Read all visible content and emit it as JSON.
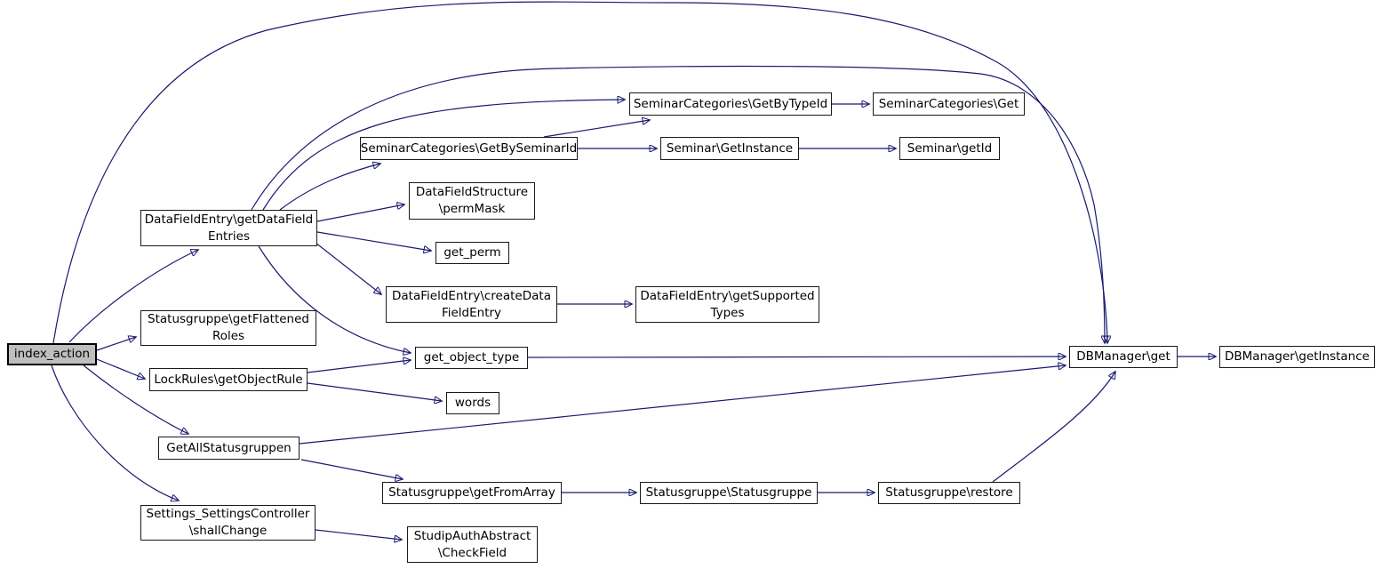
{
  "diagram": {
    "kind": "doxygen-call-graph",
    "root_function": "index_action",
    "colors": {
      "edge": "#191970",
      "node_fill": "#ffffff",
      "node_border": "#1a1a1a",
      "root_fill": "#bebebe",
      "background": "#ffffff"
    }
  },
  "nodes": [
    {
      "id": "index_action",
      "label": "index_action",
      "highlighted": true
    },
    {
      "id": "DataFieldEntry\\getDataFieldEntries",
      "label": "DataFieldEntry\\getDataField\nEntries"
    },
    {
      "id": "Statusgruppe\\getFlattenedRoles",
      "label": "Statusgruppe\\getFlattened\nRoles"
    },
    {
      "id": "LockRules\\getObjectRule",
      "label": "LockRules\\getObjectRule"
    },
    {
      "id": "GetAllStatusgruppen",
      "label": "GetAllStatusgruppen"
    },
    {
      "id": "Settings_SettingsController\\shallChange",
      "label": "Settings_SettingsController\n\\shallChange"
    },
    {
      "id": "SeminarCategories\\GetByTypeId",
      "label": "SeminarCategories\\GetByTypeId"
    },
    {
      "id": "SeminarCategories\\Get",
      "label": "SeminarCategories\\Get"
    },
    {
      "id": "SeminarCategories\\GetBySeminarId",
      "label": "SeminarCategories\\GetBySeminarId"
    },
    {
      "id": "Seminar\\GetInstance",
      "label": "Seminar\\GetInstance"
    },
    {
      "id": "Seminar\\getId",
      "label": "Seminar\\getId"
    },
    {
      "id": "DataFieldStructure\\permMask",
      "label": "DataFieldStructure\n\\permMask"
    },
    {
      "id": "get_perm",
      "label": "get_perm"
    },
    {
      "id": "DataFieldEntry\\createDataFieldEntry",
      "label": "DataFieldEntry\\createData\nFieldEntry"
    },
    {
      "id": "DataFieldEntry\\getSupportedTypes",
      "label": "DataFieldEntry\\getSupported\nTypes"
    },
    {
      "id": "get_object_type",
      "label": "get_object_type"
    },
    {
      "id": "words",
      "label": "words"
    },
    {
      "id": "DBManager\\get",
      "label": "DBManager\\get"
    },
    {
      "id": "DBManager\\getInstance",
      "label": "DBManager\\getInstance"
    },
    {
      "id": "Statusgruppe\\getFromArray",
      "label": "Statusgruppe\\getFromArray"
    },
    {
      "id": "Statusgruppe\\Statusgruppe",
      "label": "Statusgruppe\\Statusgruppe"
    },
    {
      "id": "Statusgruppe\\restore",
      "label": "Statusgruppe\\restore"
    },
    {
      "id": "StudipAuthAbstract\\CheckField",
      "label": "StudipAuthAbstract\n\\CheckField"
    }
  ],
  "edges": [
    {
      "from": "index_action",
      "to": "DataFieldEntry\\getDataFieldEntries"
    },
    {
      "from": "index_action",
      "to": "Statusgruppe\\getFlattenedRoles"
    },
    {
      "from": "index_action",
      "to": "LockRules\\getObjectRule"
    },
    {
      "from": "index_action",
      "to": "GetAllStatusgruppen"
    },
    {
      "from": "index_action",
      "to": "Settings_SettingsController\\shallChange"
    },
    {
      "from": "index_action",
      "to": "DBManager\\get"
    },
    {
      "from": "DataFieldEntry\\getDataFieldEntries",
      "to": "SeminarCategories\\GetByTypeId"
    },
    {
      "from": "DataFieldEntry\\getDataFieldEntries",
      "to": "SeminarCategories\\GetBySeminarId"
    },
    {
      "from": "DataFieldEntry\\getDataFieldEntries",
      "to": "DataFieldStructure\\permMask"
    },
    {
      "from": "DataFieldEntry\\getDataFieldEntries",
      "to": "get_perm"
    },
    {
      "from": "DataFieldEntry\\getDataFieldEntries",
      "to": "DataFieldEntry\\createDataFieldEntry"
    },
    {
      "from": "DataFieldEntry\\getDataFieldEntries",
      "to": "get_object_type"
    },
    {
      "from": "DataFieldEntry\\getDataFieldEntries",
      "to": "DBManager\\get"
    },
    {
      "from": "SeminarCategories\\GetByTypeId",
      "to": "SeminarCategories\\Get"
    },
    {
      "from": "SeminarCategories\\GetBySeminarId",
      "to": "SeminarCategories\\GetByTypeId"
    },
    {
      "from": "SeminarCategories\\GetBySeminarId",
      "to": "Seminar\\GetInstance"
    },
    {
      "from": "Seminar\\GetInstance",
      "to": "Seminar\\getId"
    },
    {
      "from": "DataFieldEntry\\createDataFieldEntry",
      "to": "DataFieldEntry\\getSupportedTypes"
    },
    {
      "from": "LockRules\\getObjectRule",
      "to": "get_object_type"
    },
    {
      "from": "LockRules\\getObjectRule",
      "to": "words"
    },
    {
      "from": "get_object_type",
      "to": "DBManager\\get"
    },
    {
      "from": "GetAllStatusgruppen",
      "to": "DBManager\\get"
    },
    {
      "from": "GetAllStatusgruppen",
      "to": "Statusgruppe\\getFromArray"
    },
    {
      "from": "Statusgruppe\\getFromArray",
      "to": "Statusgruppe\\Statusgruppe"
    },
    {
      "from": "Statusgruppe\\Statusgruppe",
      "to": "Statusgruppe\\restore"
    },
    {
      "from": "Statusgruppe\\restore",
      "to": "DBManager\\get"
    },
    {
      "from": "DBManager\\get",
      "to": "DBManager\\getInstance"
    },
    {
      "from": "Settings_SettingsController\\shallChange",
      "to": "StudipAuthAbstract\\CheckField"
    }
  ]
}
